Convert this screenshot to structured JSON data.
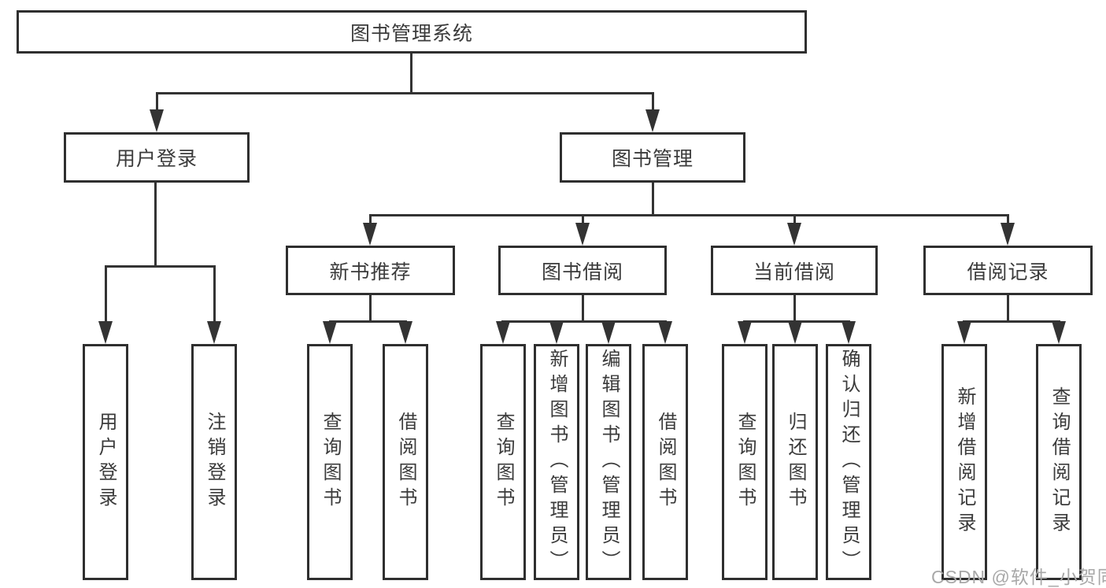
{
  "diagram": {
    "root": {
      "label": "图书管理系统"
    },
    "user_branch": {
      "label": "用户登录",
      "leaves": [
        {
          "label": "用户登录"
        },
        {
          "label": "注销登录"
        }
      ]
    },
    "book_branch": {
      "label": "图书管理",
      "groups": [
        {
          "label": "新书推荐",
          "leaves": [
            {
              "label": "查询图书"
            },
            {
              "label": "借阅图书"
            }
          ]
        },
        {
          "label": "图书借阅",
          "leaves": [
            {
              "label": "查询图书"
            },
            {
              "label": "新增图书（管理员）"
            },
            {
              "label": "编辑图书（管理员）"
            },
            {
              "label": "借阅图书"
            }
          ]
        },
        {
          "label": "当前借阅",
          "leaves": [
            {
              "label": "查询图书"
            },
            {
              "label": "归还图书"
            },
            {
              "label": "确认归还（管理员）"
            }
          ]
        },
        {
          "label": "借阅记录",
          "leaves": [
            {
              "label": "新增借阅记录"
            },
            {
              "label": "查询借阅记录"
            }
          ]
        }
      ]
    },
    "colors": {
      "line": "#333333",
      "box_border": "#2f2f2f",
      "text": "#3b3b3b",
      "watermark": "#a8a8a8"
    }
  },
  "watermark": {
    "text": "CSDN @软件_小贺同学"
  }
}
